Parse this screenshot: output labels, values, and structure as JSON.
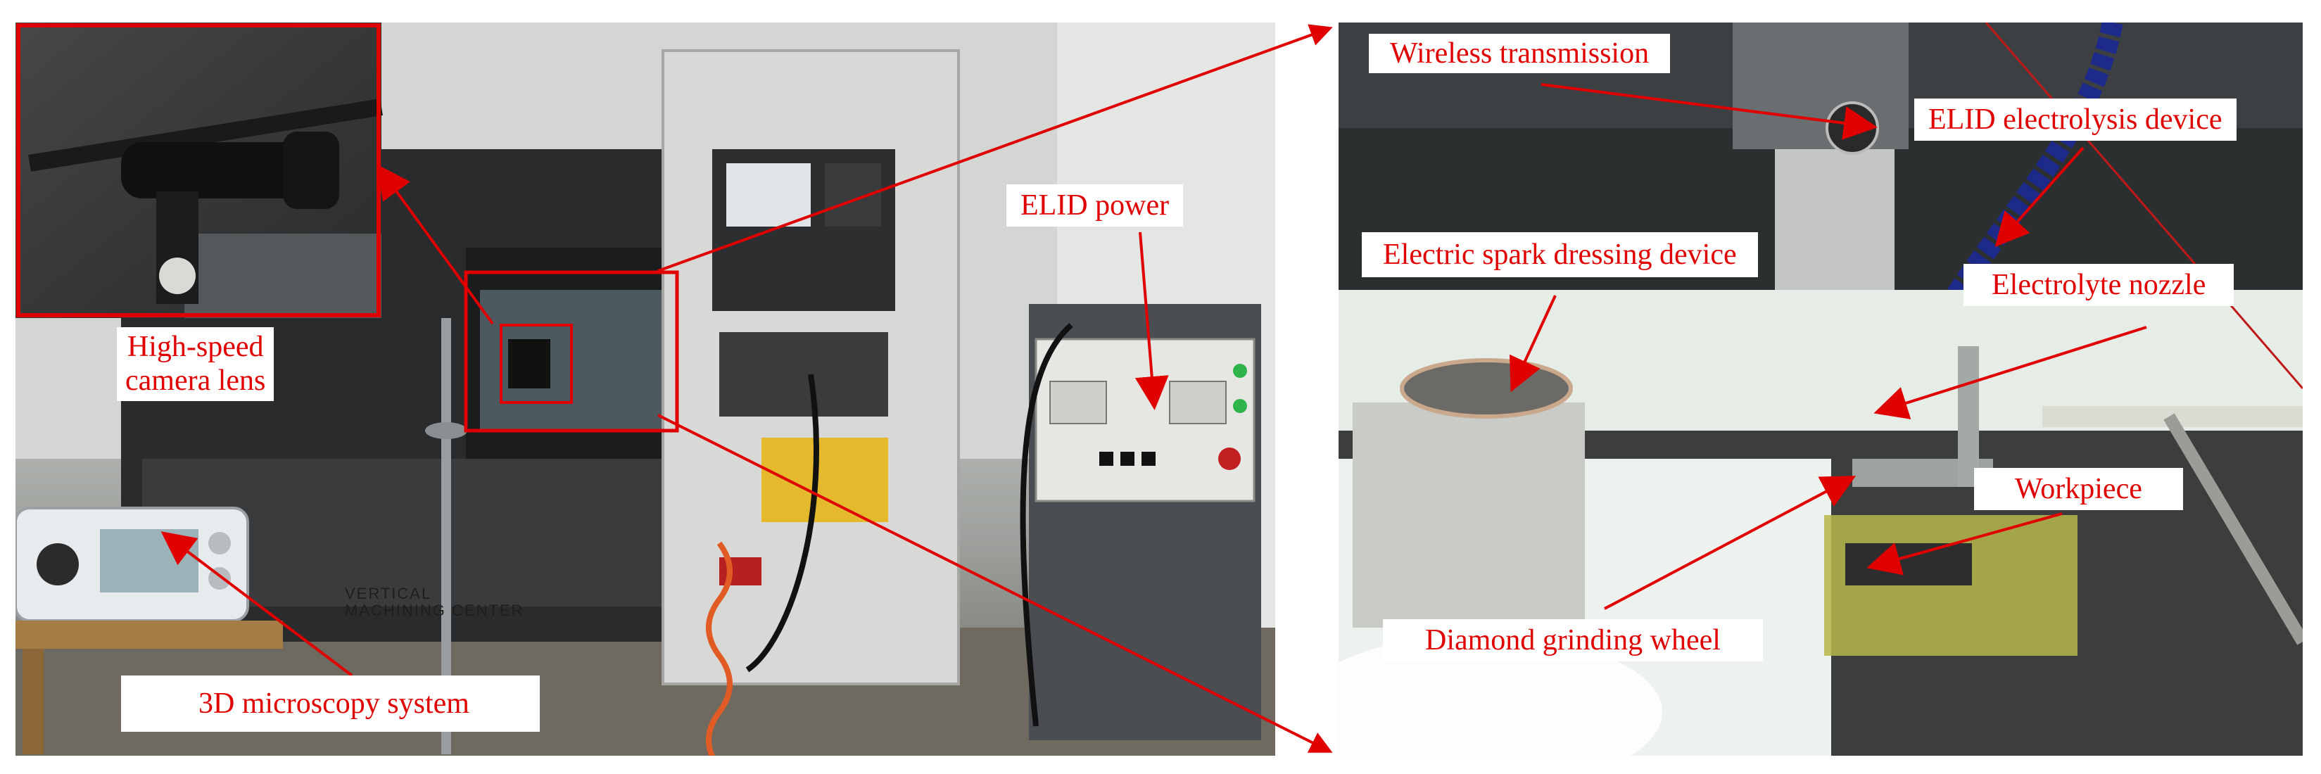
{
  "figure": {
    "left_panel": {
      "labels": {
        "camera_line1": "High-speed",
        "camera_line2": "camera lens",
        "microscopy": "3D microscopy system",
        "elid_power": "ELID power"
      },
      "machine_plate": {
        "line1": "VERTICAL",
        "line2": "MACHINING CENTER"
      }
    },
    "right_panel": {
      "labels": {
        "wireless": "Wireless transmission",
        "elid_device": "ELID electrolysis device",
        "spark_dressing": "Electric spark dressing device",
        "nozzle": "Electrolyte nozzle",
        "workpiece": "Workpiece",
        "grinding_wheel": "Diamond grinding wheel"
      }
    },
    "colors": {
      "annotation": "#e00000",
      "label_background": "#ffffff"
    }
  }
}
